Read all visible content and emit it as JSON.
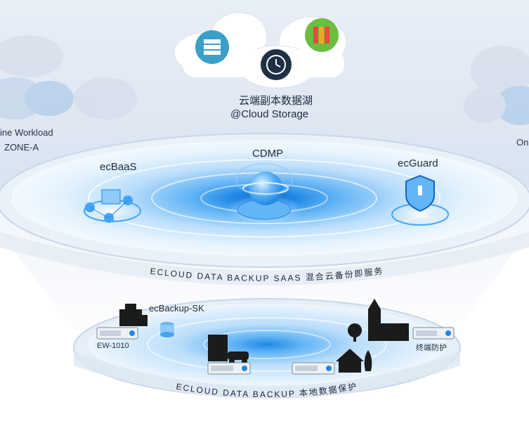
{
  "cloud_storage": {
    "title_cn": "云端副本数据湖",
    "title_en": "@Cloud Storage",
    "icons": [
      "server-rack-icon",
      "clock-history-icon",
      "binders-icon"
    ]
  },
  "left_zone": {
    "line1": "ine Workload",
    "line2": "ZONE-A"
  },
  "right_zone": {
    "line1": "On"
  },
  "saas_layer": {
    "services": [
      {
        "label": "ecBaaS",
        "icon": "cube-network-icon"
      },
      {
        "label": "CDMP",
        "icon": "sphere-platform-icon"
      },
      {
        "label": "ecGuard",
        "icon": "shield-icon"
      }
    ],
    "ring_text": "ECLOUD DATA BACKUP SAAS 混合云备份即服务"
  },
  "local_layer": {
    "appliance_label": "ecBackup-SK",
    "device_label": "EW-1010",
    "endpoint_label": "终端防护",
    "ring_text": "ECLOUD DATA BACKUP 本地数据保护"
  },
  "colors": {
    "accent": "#1e88e5",
    "ring_light": "#e3f2fd",
    "ring_mid": "#90caf9",
    "core": "#1976d2"
  }
}
